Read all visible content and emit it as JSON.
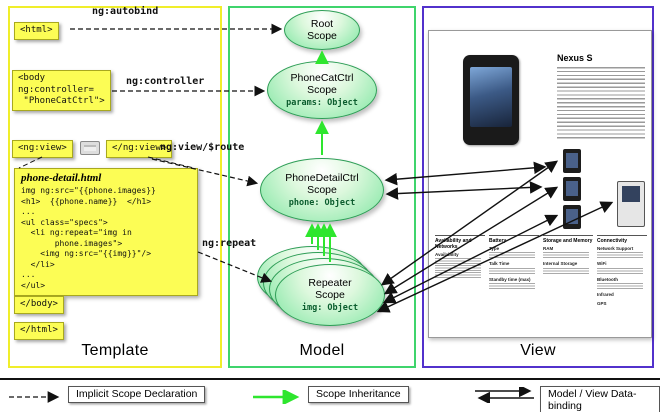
{
  "columns": {
    "template": "Template",
    "model": "Model",
    "view": "View"
  },
  "template": {
    "html_open": "<html>",
    "body_open": "<body\nng:controller=\n \"PhoneCatCtrl\">",
    "ng_view_open": "<ng:view>",
    "ng_view_close": "</ng:view>",
    "code_title": "phone-detail.html",
    "code": "img ng:src=\"{{phone.images}}\n<h1>  {{phone.name}}  </h1>\n...\n<ul class=\"specs\">\n  <li ng:repeat=\"img in\n       phone.images\">\n    <img ng:src=\"{{img}}\"/>\n  </li>\n...\n</ul>",
    "body_close": "</body>",
    "html_close": "</html>"
  },
  "arrow_labels": {
    "autobind": "ng:autobind",
    "controller": "ng:controller",
    "view_route": "ng:view/$route",
    "repeat": "ng:repeat"
  },
  "scopes": {
    "root": {
      "title": "Root\nScope"
    },
    "phonecat": {
      "title": "PhoneCatCtrl\nScope",
      "prop": "params: Object"
    },
    "phonedetail": {
      "title": "PhoneDetailCtrl\nScope",
      "prop": "phone: Object"
    },
    "repeater": {
      "title": "Repeater\nScope",
      "prop": "img: Object"
    }
  },
  "view": {
    "phone_title": "Nexus S",
    "specs": {
      "col1": {
        "header": "Availability and Networks",
        "rows": [
          "Availability"
        ]
      },
      "col2": {
        "header": "Battery",
        "rows": [
          "Type",
          "Talk Time",
          "Standby time (max)"
        ]
      },
      "col3": {
        "header": "Storage and Memory",
        "rows": [
          "RAM",
          "Internal Storage"
        ]
      },
      "col4": {
        "header": "Connectivity",
        "rows": [
          "Network Support",
          "WiFi",
          "Bluetooth",
          "Infrared",
          "GPS"
        ]
      }
    }
  },
  "legend": {
    "implicit": "Implicit Scope Declaration",
    "inheritance": "Scope Inheritance",
    "databinding": "Model / View Data-binding"
  },
  "colors": {
    "template_border": "#f0ee2a",
    "model_border": "#3fd46c",
    "view_border": "#5231cc",
    "code_box_bg": "#fcfd55",
    "scope_fill": "#7fe6a2",
    "inheritance_green": "#2ee62e",
    "arrow_black": "#111111"
  }
}
